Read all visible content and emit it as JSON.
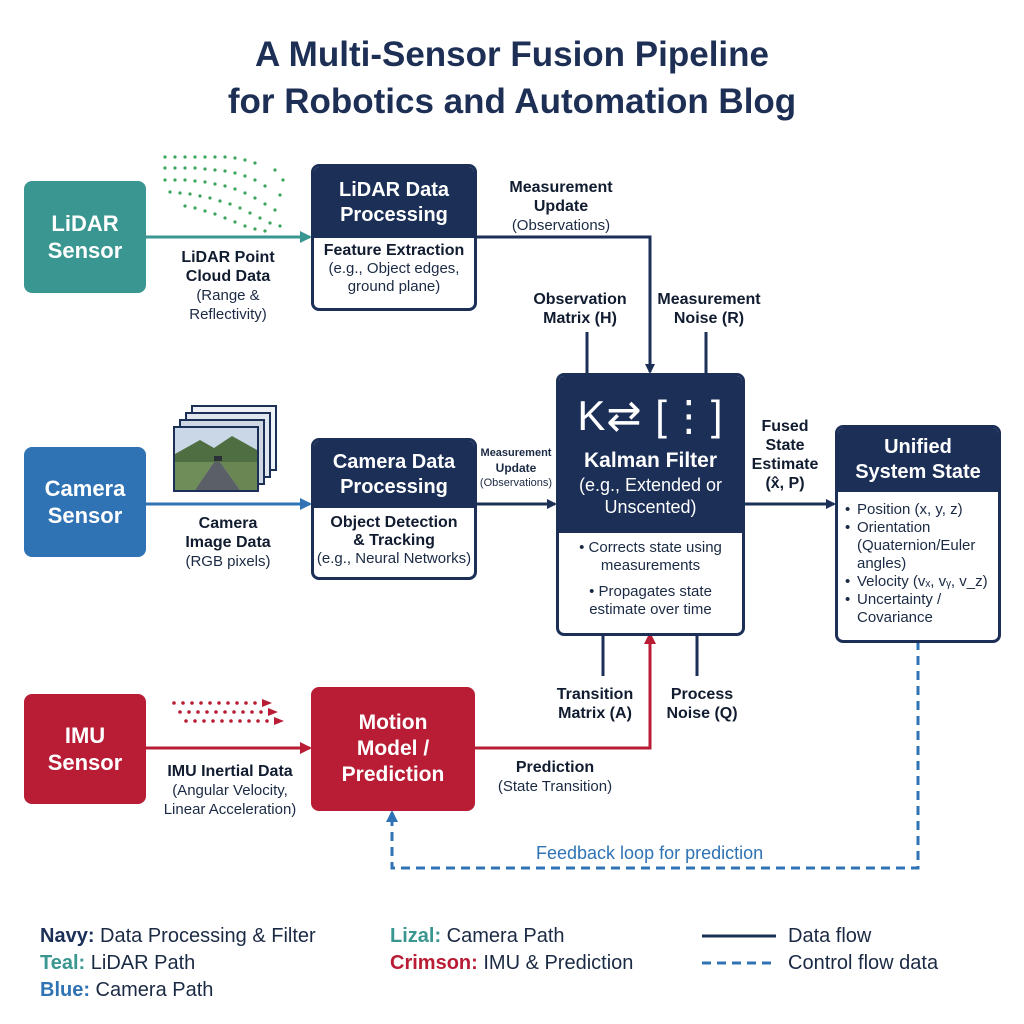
{
  "title": {
    "line1": "A Multi-Sensor Fusion Pipeline",
    "line2": "for Robotics and Automation Blog"
  },
  "sensors": {
    "lidar": {
      "line1": "LiDAR",
      "line2": "Sensor",
      "color": "#3a9690"
    },
    "camera": {
      "line1": "Camera",
      "line2": "Sensor",
      "color": "#2f73b4"
    },
    "imu": {
      "line1": "IMU",
      "line2": "Sensor",
      "color": "#b81d35"
    }
  },
  "lidar_processing": {
    "title1": "LiDAR Data",
    "title2": "Processing",
    "body_title": "Feature Extraction",
    "body1": "(e.g., Object edges,",
    "body2": "ground plane)"
  },
  "camera_processing": {
    "title1": "Camera Data",
    "title2": "Processing",
    "body_title1": "Object Detection",
    "body_title2": "& Tracking",
    "body1": "(e.g., Neural Networks)"
  },
  "motion_model": {
    "line1": "Motion",
    "line2": "Model /",
    "line3": "Prediction"
  },
  "kalman": {
    "symbol": "K⇄ [⋮]",
    "title": "Kalman Filter",
    "sub1": "(e.g., Extended or",
    "sub2": "Unscented)",
    "bullets": [
      [
        "Corrects state using",
        "measurements"
      ],
      [
        "Propagates state",
        "estimate over time"
      ]
    ]
  },
  "unified": {
    "title1": "Unified",
    "title2": "System State",
    "items": [
      [
        "Position (x, y, z)"
      ],
      [
        "Orientation",
        "(Quaternion/Euler",
        "angles)"
      ],
      [
        "Velocity (vₓ, vᵧ, v_z)"
      ],
      [
        "Uncertainty /",
        "Covariance"
      ]
    ]
  },
  "labels": {
    "lidar_data": {
      "b1": "LiDAR Point",
      "b2": "Cloud Data",
      "n1": "(Range &",
      "n2": "Reflectivity)"
    },
    "camera_data": {
      "b1": "Camera",
      "b2": "Image Data",
      "n1": "(RGB pixels)"
    },
    "imu_data": {
      "b1": "IMU Inertial Data",
      "n1": "(Angular Velocity,",
      "n2": "Linear Acceleration)"
    },
    "meas_update_top": {
      "b1": "Measurement",
      "b2": "Update",
      "n1": "(Observations)"
    },
    "meas_update_mid": {
      "b1": "Measurement",
      "b2": "Update",
      "n1": "(Observations)"
    },
    "obs_matrix": {
      "b1": "Observation",
      "b2": "Matrix (H)"
    },
    "meas_noise": {
      "b1": "Measurement",
      "b2": "Noise (R)"
    },
    "transition": {
      "b1": "Transition",
      "b2": "Matrix (A)"
    },
    "process_noise": {
      "b1": "Process",
      "b2": "Noise (Q)"
    },
    "fused": {
      "b1": "Fused",
      "b2": "State",
      "b3": "Estimate",
      "b4": "(x̂, P)"
    },
    "prediction": {
      "b1": "Prediction",
      "n1": "(State Transition)"
    },
    "feedback": "Feedback loop for prediction"
  },
  "legend": {
    "navy": {
      "key": "Navy:",
      "text": " Data Processing & Filter",
      "color": "#1b2f57"
    },
    "teal": {
      "key": "Teal:",
      "text": " LiDAR Path",
      "color": "#3a9690"
    },
    "blue": {
      "key": "Blue:",
      "text": " Camera Path",
      "color": "#2f73b4"
    },
    "lizal": {
      "key": "Lizal:",
      "text": " Camera Path",
      "color": "#3a9690"
    },
    "crimson": {
      "key": "Crimson:",
      "text": " IMU & Prediction",
      "color": "#b81d35"
    },
    "data_flow": "Data flow",
    "control_flow": "Control flow data"
  }
}
